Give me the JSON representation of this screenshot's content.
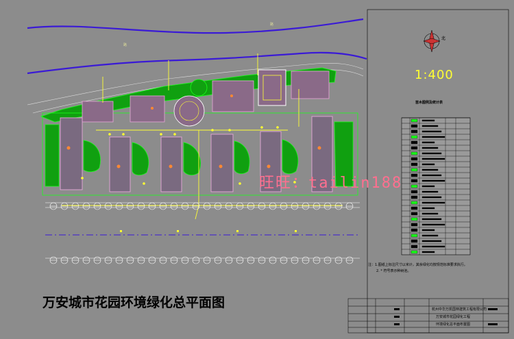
{
  "drawing": {
    "title": "万安城市花园环境绿化总平面图",
    "scale": "1:400",
    "north_label": "北",
    "legend_title": "苗木图例及统计表",
    "notes": [
      "注：1.图纸上标注尺寸以米计，其余绿化均按规范标准要求执行。",
      "2. * 符号表示种树池。"
    ],
    "watermark": "旺旺：tailin188",
    "title_block": {
      "company": "杭州中华万凯国林建筑工程有限公司",
      "project": "万安城市花园绿化工程",
      "drawing_name": "环境绿化总平面布置图"
    },
    "road_labels": [
      "路",
      "路"
    ]
  },
  "colors": {
    "background": "#8c8c8c",
    "river": "#3a1ad6",
    "green": "#1aff1a",
    "building": "#c77aa8",
    "accent": "#ffff33",
    "tree": "#ff8833",
    "road_line": "#ffffff"
  }
}
